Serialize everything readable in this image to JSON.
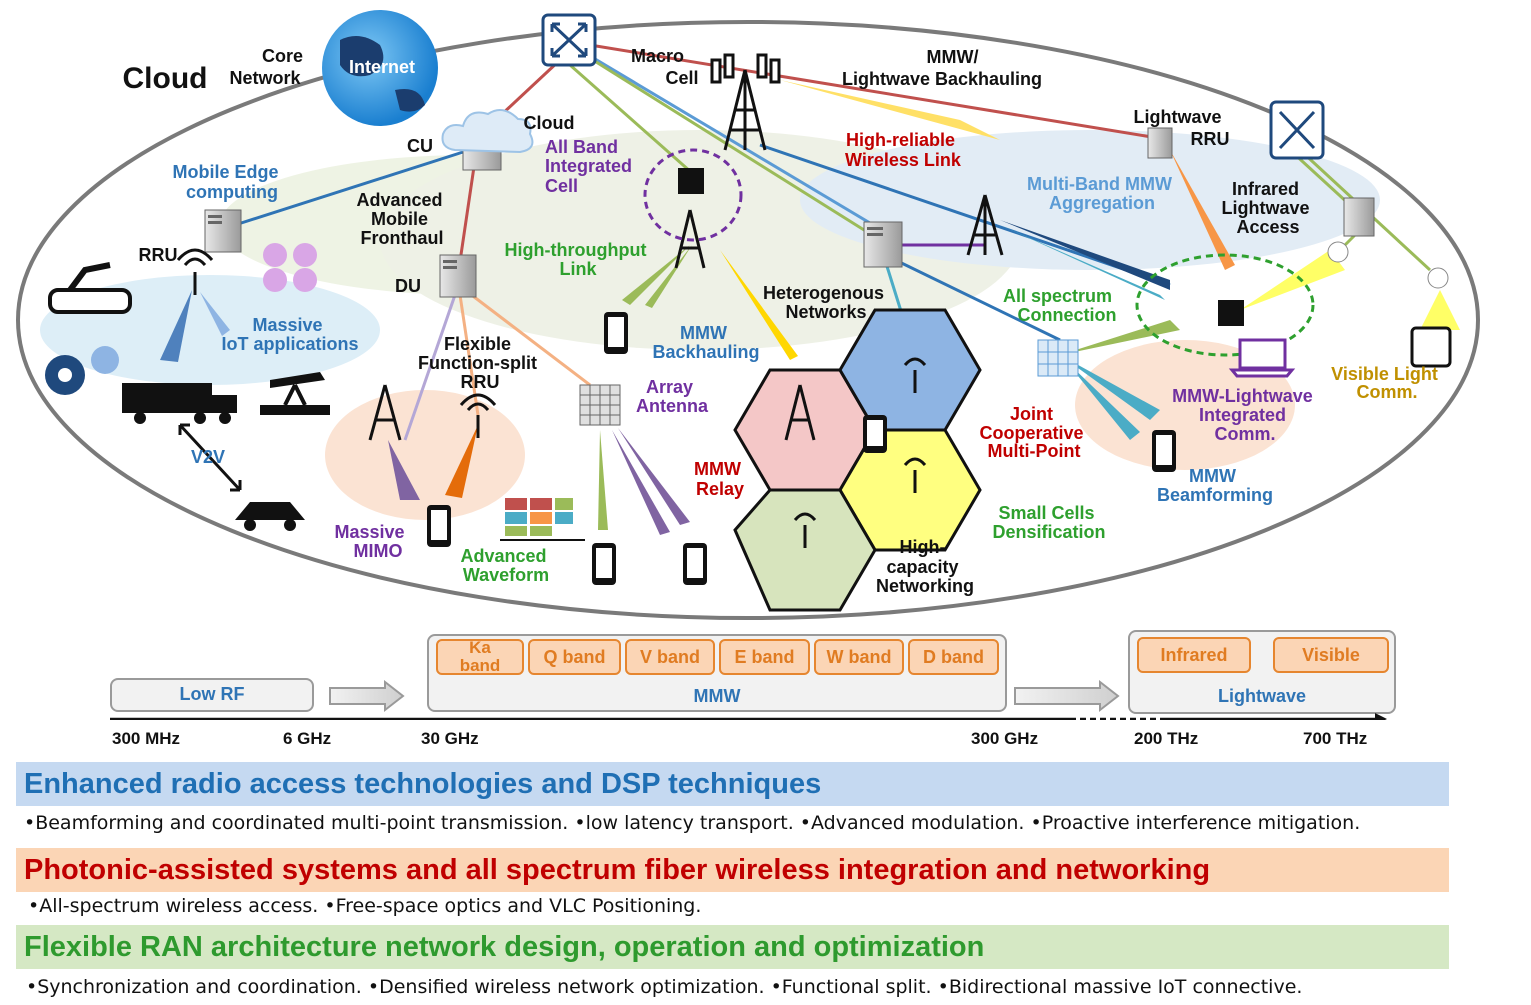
{
  "diagram": {
    "cloud_title": "Cloud",
    "core_network": [
      "Core",
      "Network"
    ],
    "internet": "Internet",
    "macro_cell": [
      "Macro",
      "Cell"
    ],
    "mmw_lightwave_backhauling": [
      "MMW/",
      "Lightwave Backhauling"
    ],
    "lightwave_rru": [
      "Lightwave",
      "RRU"
    ],
    "cu": "CU",
    "cloud_small": "Cloud",
    "all_band_cell": [
      "All Band",
      "Integrated",
      "Cell"
    ],
    "high_reliable": [
      "High-reliable",
      "Wireless Link"
    ],
    "multi_band_mmw": [
      "Multi-Band MMW",
      "Aggregation"
    ],
    "infrared_access": [
      "Infrared",
      "Lightwave",
      "Access"
    ],
    "mobile_edge": [
      "Mobile Edge",
      "computing"
    ],
    "advanced_fronthaul": [
      "Advanced",
      "Mobile",
      "Fronthaul"
    ],
    "rru": "RRU",
    "du": "DU",
    "high_throughput": [
      "High-throughput",
      "Link"
    ],
    "heterogenous": [
      "Heterogenous",
      "Networks"
    ],
    "all_spectrum": [
      "All spectrum",
      "Connection"
    ],
    "massive_iot": [
      "Massive",
      "IoT applications"
    ],
    "flexible_split": [
      "Flexible",
      "Function-split",
      "RRU"
    ],
    "mmw_backhauling": [
      "MMW",
      "Backhauling"
    ],
    "array_antenna": [
      "Array",
      "Antenna"
    ],
    "joint_cooperative": [
      "Joint",
      "Cooperative",
      "Multi-Point"
    ],
    "mmw_lightwave_integrated": [
      "MMW-Lightwave",
      "Integrated",
      "Comm."
    ],
    "visible_light": [
      "Visible Light",
      "Comm."
    ],
    "v2v": "V2V",
    "mmw_relay": [
      "MMW",
      "Relay"
    ],
    "small_cells": [
      "Small Cells",
      "Densification"
    ],
    "mmw_beamforming": [
      "MMW",
      "Beamforming"
    ],
    "massive_mimo": [
      "Massive",
      "MIMO"
    ],
    "advanced_waveform": [
      "Advanced",
      "Waveform"
    ],
    "high_capacity": [
      "High-",
      "capacity",
      "Networking"
    ]
  },
  "spectrum": {
    "low_rf": "Low RF",
    "mmw": "MMW",
    "lightwave": "Lightwave",
    "mmw_bands": [
      "Ka band",
      "Q band",
      "V band",
      "E band",
      "W band",
      "D band"
    ],
    "light_bands": [
      "Infrared",
      "Visible"
    ],
    "frequencies": [
      "300 MHz",
      "6 GHz",
      "30 GHz",
      "300 GHz",
      "200 THz",
      "700 THz"
    ]
  },
  "sections": [
    {
      "title": "Enhanced radio access technologies and DSP techniques",
      "bullets": "•Beamforming and coordinated multi-point transmission. •low latency transport. •Advanced modulation. •Proactive interference mitigation.",
      "bg": "#c5d9f1",
      "color": "#1f6fb4"
    },
    {
      "title": "Photonic-assisted systems and all spectrum fiber wireless integration and networking",
      "bullets": "•All-spectrum wireless access. •Free-space optics and VLC Positioning.",
      "bg": "#fbd5b5",
      "color": "#c00000"
    },
    {
      "title": "Flexible RAN architecture network design, operation and optimization",
      "bullets": "•Synchronization and coordination. •Densified wireless network optimization. •Functional split. •Bidirectional massive IoT connective.",
      "bg": "#d5e8c4",
      "color": "#2e9a2e"
    }
  ],
  "colors": {
    "blue": "#1f6fb4",
    "purple": "#7030a0",
    "green": "#2ea02e",
    "red": "#c00000",
    "gold": "#c09000",
    "lightblue": "#5b9bd5"
  }
}
